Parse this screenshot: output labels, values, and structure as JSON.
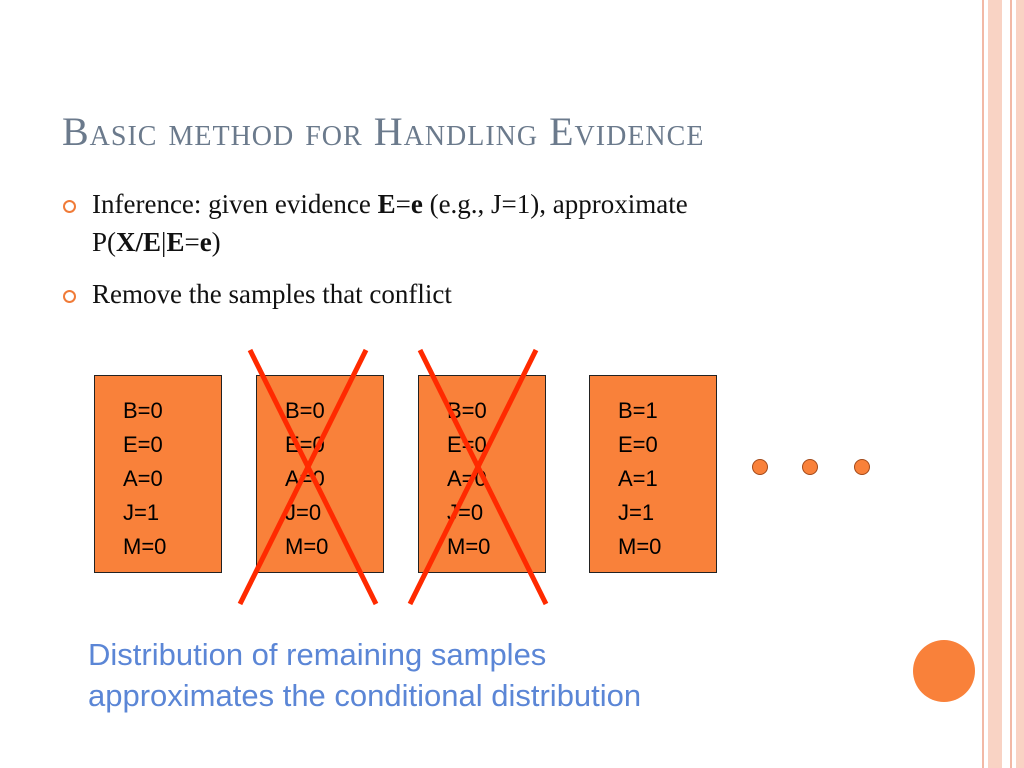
{
  "title": "Basic method for Handling Evidence",
  "bullets": [
    {
      "pre": "Inference: given evidence ",
      "bold1": "E",
      "mid1": "=",
      "bold2": "e",
      "mid2": " (e.g., J=1), approximate P(",
      "bold3": "X/E",
      "mid3": "|",
      "bold4": "E",
      "mid4": "=",
      "bold5": "e",
      "post": ")"
    },
    {
      "text": "Remove the samples that conflict"
    }
  ],
  "samples": [
    {
      "lines": [
        "B=0",
        "E=0",
        "A=0",
        "J=1",
        "M=0"
      ],
      "crossed": false
    },
    {
      "lines": [
        "B=0",
        "E=0",
        "A=0",
        "J=0",
        "M=0"
      ],
      "crossed": true
    },
    {
      "lines": [
        "B=0",
        "E=0",
        "A=0",
        "J=0",
        "M=0"
      ],
      "crossed": true
    },
    {
      "lines": [
        "B=1",
        "E=0",
        "A=1",
        "J=1",
        "M=0"
      ],
      "crossed": false
    }
  ],
  "caption": {
    "line1": "Distribution of remaining samples",
    "line2": "approximates the conditional distribution"
  },
  "colors": {
    "title": "#6b7a8c",
    "box_fill": "#f9813a",
    "cross": "#ff2a00",
    "caption": "#5b86d6",
    "bullet": "#f07b38"
  }
}
